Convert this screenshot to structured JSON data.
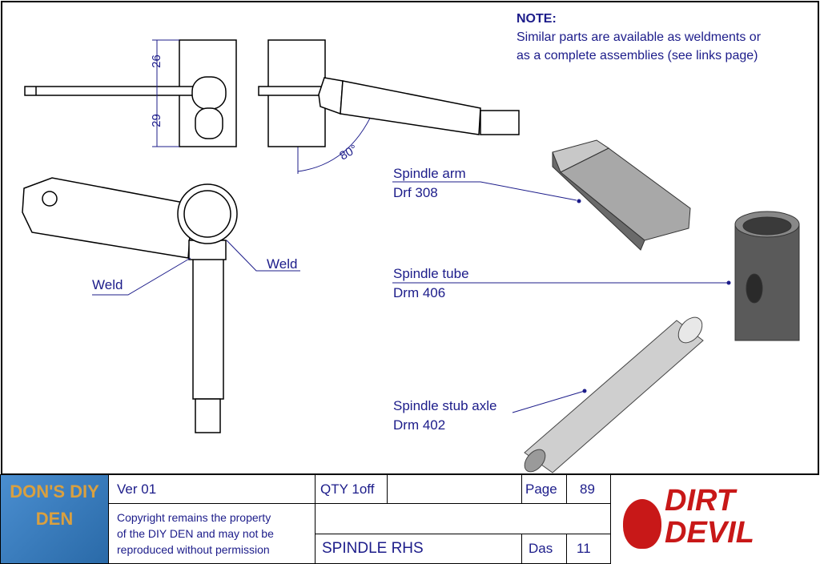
{
  "note": {
    "title": "NOTE:",
    "lines": [
      "Similar parts are available as weldments or",
      "as a complete assemblies (see links page)"
    ]
  },
  "dimensions": {
    "upper": "26",
    "lower": "29",
    "angle": "80°"
  },
  "labels": {
    "weld_left": "Weld",
    "weld_right": "Weld",
    "arm": {
      "name": "Spindle arm",
      "ref": "Drf 308"
    },
    "tube": {
      "name": "Spindle tube",
      "ref": "Drm 406"
    },
    "axle": {
      "name": "Spindle stub axle",
      "ref": "Drm 402"
    }
  },
  "title_block": {
    "version": "Ver   01",
    "qty": "QTY 1off",
    "page_label": "Page",
    "page": "89",
    "copyright": [
      "Copyright remains the property",
      "of the DIY DEN and may not be",
      "reproduced without permission"
    ],
    "title": "SPINDLE RHS",
    "das_label": "Das",
    "das": "11",
    "logo_left": "DON'S DIY DEN",
    "logo_right": "DIRT DEVIL"
  },
  "colors": {
    "ink": "#1c1c8a",
    "line": "#000000"
  }
}
